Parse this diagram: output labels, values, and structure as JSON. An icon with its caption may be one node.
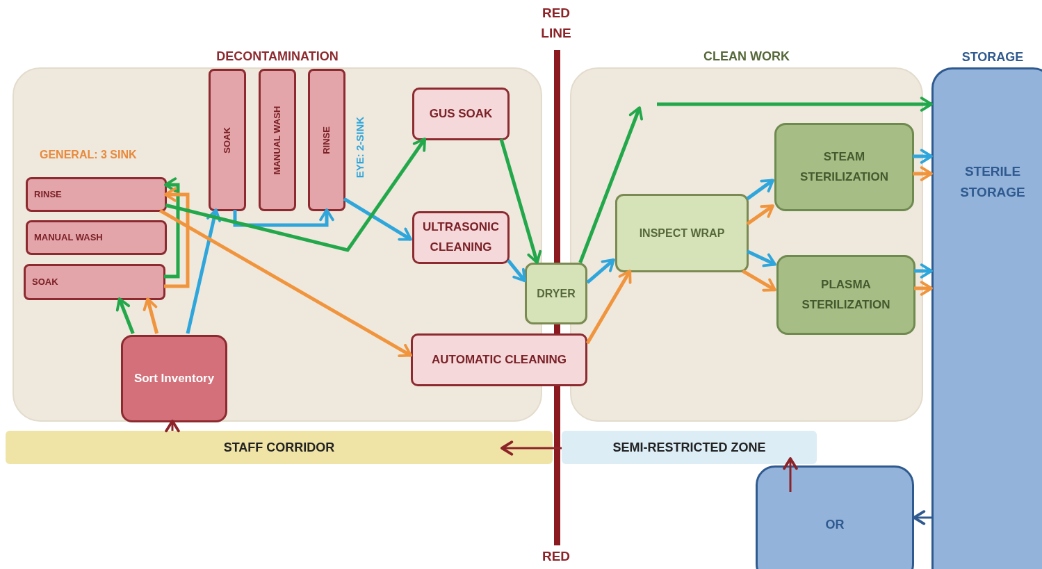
{
  "diagram": {
    "nodes": [
      {
        "text": [
          "DECONTAMINATION"
        ]
      },
      {
        "text": [
          "RINSE"
        ],
        "in": 0
      },
      {
        "text": [
          "MANUAL WASH"
        ],
        "in": 0
      },
      {
        "text": [
          "SOAK"
        ],
        "in": 0
      },
      {
        "text": [
          "Sort Inventory"
        ],
        "in": 0
      },
      {
        "text": [
          "SOAK"
        ],
        "in": 0
      },
      {
        "text": [
          "MANUAL WASH"
        ],
        "in": 0
      },
      {
        "text": [
          "RINSE"
        ],
        "in": 0
      },
      {
        "text": [
          "GUS SOAK"
        ],
        "in": 0
      },
      {
        "text": [
          "ULTRASONIC CLEANING"
        ],
        "in": 0
      },
      {
        "text": [
          "AUTOMATIC CLEANING"
        ]
      },
      {
        "text": [
          "DRYER"
        ]
      },
      {
        "text": [
          "CLEAN WORK"
        ]
      },
      {
        "text": [
          "INSPECT WRAP"
        ],
        "in": 12
      },
      {
        "text": [
          "STEAM STERILIZATION"
        ],
        "in": 12
      },
      {
        "text": [
          "PLASMA STERILIZATION"
        ],
        "in": 12
      },
      {
        "text": [
          "STORAGE",
          "STERILE STORAGE"
        ]
      },
      {
        "text": [
          "STAFF CORRIDOR"
        ]
      },
      {
        "text": [
          "SEMI-RESTRICTED ZONE"
        ]
      },
      {
        "text": [
          "OR"
        ]
      }
    ],
    "edges": [
      {
        "from": 4,
        "to": 3,
        "arrow": "to",
        "color": "#22a84a"
      },
      {
        "from": 3,
        "to": 1,
        "arrow": "to",
        "color": "#22a84a"
      },
      {
        "from": 4,
        "to": 3,
        "arrow": "to",
        "color": "#f0953e"
      },
      {
        "from": 3,
        "to": 1,
        "arrow": "to",
        "color": "#f0953e"
      },
      {
        "from": 4,
        "to": 5,
        "arrow": "to"
      },
      {
        "from": 5,
        "to": 7,
        "arrow": "to"
      },
      {
        "from": 7,
        "to": 9,
        "arrow": "to"
      },
      {
        "from": 9,
        "to": 11,
        "arrow": "to"
      },
      {
        "from": 11,
        "to": 13,
        "arrow": "to"
      },
      {
        "from": 13,
        "to": 14,
        "arrow": "to"
      },
      {
        "from": 13,
        "to": 15,
        "arrow": "to"
      },
      {
        "from": 14,
        "to": 16,
        "arrow": "to"
      },
      {
        "from": 15,
        "to": 16,
        "arrow": "to"
      },
      {
        "from": 1,
        "to": 10,
        "arrow": "to",
        "color": "#f0953e"
      },
      {
        "from": 10,
        "to": 13,
        "arrow": "to",
        "color": "#f0953e"
      },
      {
        "from": 13,
        "to": 14,
        "arrow": "to",
        "color": "#f0953e"
      },
      {
        "from": 13,
        "to": 15,
        "arrow": "to",
        "color": "#f0953e"
      },
      {
        "from": 14,
        "to": 16,
        "arrow": "to",
        "color": "#f0953e"
      },
      {
        "from": 15,
        "to": 16,
        "arrow": "to",
        "color": "#f0953e"
      },
      {
        "from": 1,
        "to": 8,
        "arrow": "to",
        "color": "#22a84a"
      },
      {
        "from": 8,
        "to": 11,
        "arrow": "to",
        "color": "#22a84a"
      },
      {
        "from": 11,
        "to": null,
        "arrow": "to",
        "color": "#22a84a"
      },
      {
        "from": null,
        "to": 16,
        "arrow": "to",
        "color": "#22a84a"
      },
      {
        "from": 17,
        "to": 4,
        "arrow": "to",
        "color": "#8b2328"
      },
      {
        "from": 18,
        "to": 17,
        "arrow": "to",
        "color": "#8b2328"
      },
      {
        "from": 19,
        "to": 18,
        "arrow": "to",
        "color": "#8b2328"
      },
      {
        "from": 16,
        "to": 19,
        "arrow": "to",
        "color": "#2f5a8f"
      }
    ],
    "labels": [
      "RED LINE",
      "GENERAL: 3 SINK",
      "EYE: 2-SINK",
      "RED"
    ]
  }
}
